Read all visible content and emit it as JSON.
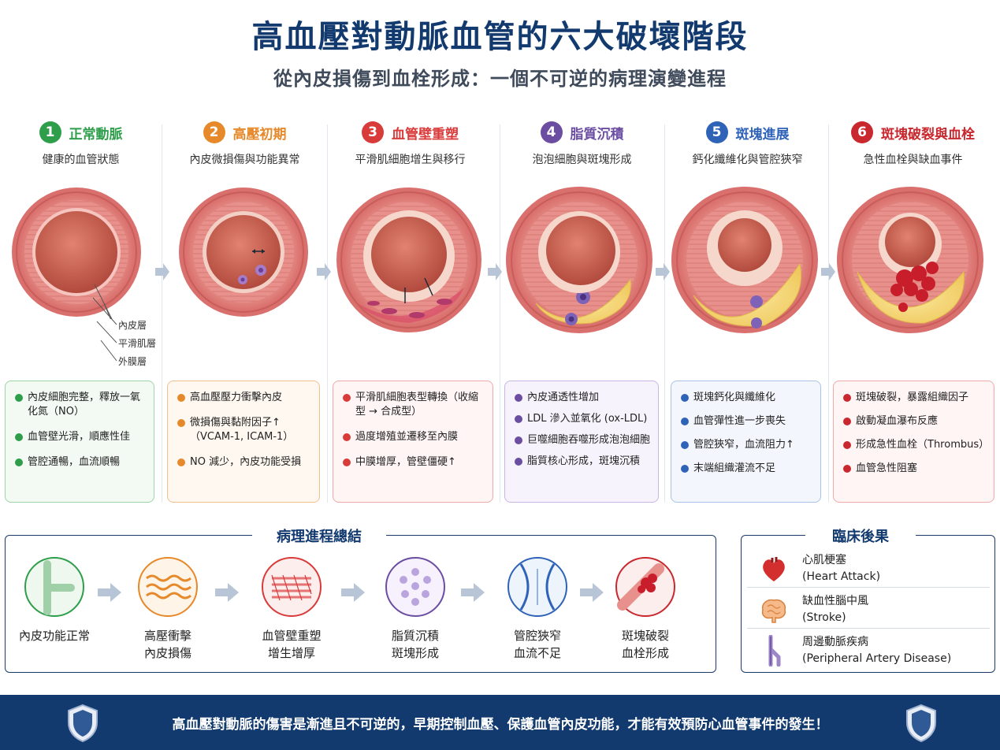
{
  "title": "高血壓對動脈血管的六大破壞階段",
  "subtitle": "從內皮損傷到血栓形成：一個不可逆的病理演變進程",
  "colors": {
    "navy": "#123a6e",
    "green": "#2e9e4b",
    "orange": "#e6892a",
    "red": "#d93a3a",
    "purple": "#6b4ea2",
    "blue": "#2f63b8",
    "darkred": "#c8282e"
  },
  "stages": [
    {
      "num": "1",
      "title": "正常動脈",
      "sub": "健康的血管狀態",
      "items": [
        "內皮細胞完整，釋放一氧化氮（NO）",
        "血管壁光滑，順應性佳",
        "管腔通暢，血流順暢"
      ]
    },
    {
      "num": "2",
      "title": "高壓初期",
      "sub": "內皮微損傷與功能異常",
      "items": [
        "高血壓壓力衝擊內皮",
        "微損傷與黏附因子↑（VCAM-1, ICAM-1）",
        "NO 減少，內皮功能受損"
      ]
    },
    {
      "num": "3",
      "title": "血管壁重塑",
      "sub": "平滑肌細胞增生與移行",
      "items": [
        "平滑肌細胞表型轉換（收縮型 → 合成型）",
        "過度增殖並遷移至內膜",
        "中膜增厚，管壁僵硬↑"
      ]
    },
    {
      "num": "4",
      "title": "脂質沉積",
      "sub": "泡泡細胞與斑塊形成",
      "items": [
        "內皮通透性增加",
        "LDL 滲入並氧化 (ox-LDL)",
        "巨噬細胞吞噬形成泡泡細胞",
        "脂質核心形成，斑塊沉積"
      ]
    },
    {
      "num": "5",
      "title": "斑塊進展",
      "sub": "鈣化纖維化與管腔狹窄",
      "items": [
        "斑塊鈣化與纖維化",
        "血管彈性進一步喪失",
        "管腔狹窄，血流阻力↑",
        "末端組織灌流不足"
      ]
    },
    {
      "num": "6",
      "title": "斑塊破裂與血栓",
      "sub": "急性血栓與缺血事件",
      "items": [
        "斑塊破裂，暴露組織因子",
        "啟動凝血瀑布反應",
        "形成急性血栓（Thrombus）",
        "血管急性阻塞"
      ]
    }
  ],
  "layer_labels": [
    "內皮層",
    "平滑肌層",
    "外膜層"
  ],
  "summary": {
    "title": "病理進程總結",
    "steps": [
      {
        "line1": "內皮功能正常",
        "line2": ""
      },
      {
        "line1": "高壓衝擊",
        "line2": "內皮損傷"
      },
      {
        "line1": "血管壁重塑",
        "line2": "增生增厚"
      },
      {
        "line1": "脂質沉積",
        "line2": "斑塊形成"
      },
      {
        "line1": "管腔狹窄",
        "line2": "血流不足"
      },
      {
        "line1": "斑塊破裂",
        "line2": "血栓形成"
      }
    ]
  },
  "clinical": {
    "title": "臨床後果",
    "items": [
      {
        "zh": "心肌梗塞",
        "en": "(Heart Attack)"
      },
      {
        "zh": "缺血性腦中風",
        "en": "(Stroke)"
      },
      {
        "zh": "周邊動脈疾病",
        "en": "(Peripheral Artery Disease)"
      }
    ]
  },
  "footer": "高血壓對動脈的傷害是漸進且不可逆的，早期控制血壓、保護血管內皮功能，才能有效預防心血管事件的發生！"
}
